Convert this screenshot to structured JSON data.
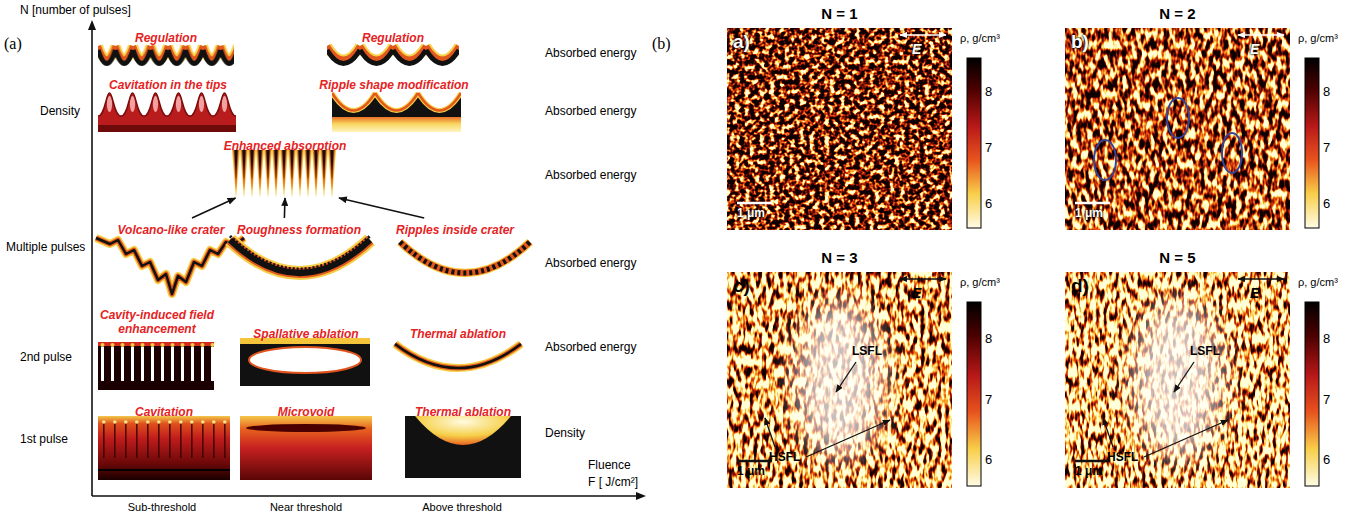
{
  "diagram": {
    "nodes": [
      {
        "text": [
          "Regulation"
        ]
      },
      {
        "text": [
          "Regulation"
        ]
      },
      {
        "text": [
          "Cavitation in the tips"
        ]
      },
      {
        "text": [
          "Ripple shape modification"
        ]
      },
      {
        "text": [
          "Enhanced absorption"
        ]
      },
      {
        "text": [
          "Volcano-like crater"
        ]
      },
      {
        "text": [
          "Roughness formation"
        ]
      },
      {
        "text": [
          "Ripples inside crater"
        ]
      },
      {
        "text": [
          "Cavity-induced field enhancement"
        ]
      },
      {
        "text": [
          "Spallative ablation"
        ]
      },
      {
        "text": [
          "Thermal ablation"
        ]
      },
      {
        "text": [
          "Cavitation"
        ]
      },
      {
        "text": [
          "Microvoid"
        ]
      },
      {
        "text": [
          "Thermal ablation"
        ]
      },
      {
        "text": [
          "N = 1",
          "a)"
        ]
      },
      {
        "text": [
          "N = 2",
          "b)"
        ]
      },
      {
        "text": [
          "N = 3",
          "c)"
        ]
      },
      {
        "text": [
          "N = 5",
          "d)"
        ]
      }
    ],
    "edges": [
      {
        "from": 5,
        "to": 4,
        "arrow": "to"
      },
      {
        "from": 6,
        "to": 4,
        "arrow": "to"
      },
      {
        "from": 7,
        "to": 4,
        "arrow": "to"
      }
    ],
    "labels": [
      "(a)",
      "N [number of pulses]",
      "Density",
      "Multiple pulses",
      "2nd pulse",
      "1st pulse",
      "Absorbed energy",
      "Absorbed energy",
      "Absorbed energy",
      "Absorbed energy",
      "Absorbed energy",
      "Density",
      "Fluence",
      "F [ J/cm²]",
      "Sub-threshold",
      "Near threshold",
      "Above threshold",
      "(b)",
      "E",
      "1 μm",
      "ρ, g/cm³",
      "8",
      "7",
      "6",
      "E",
      "1 μm",
      "ρ, g/cm³",
      "8",
      "7",
      "6",
      "E",
      "1 μm",
      "ρ, g/cm³",
      "8",
      "7",
      "6",
      "E",
      "1 μm",
      "ρ, g/cm³",
      "8",
      "7",
      "6",
      "LSFL",
      "HSFL",
      "LSFL",
      "HSFL"
    ]
  }
}
